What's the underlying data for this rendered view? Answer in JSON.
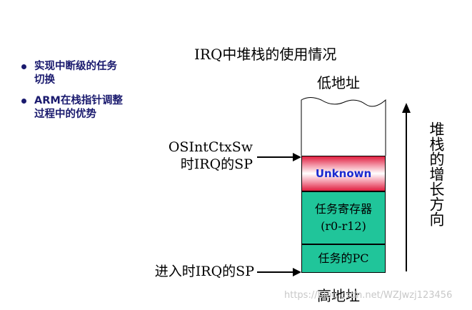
{
  "bullets": [
    "实现中断级的任务切换",
    "ARM在栈指针调整过程中的优势"
  ],
  "diagram": {
    "title": "IRQ中堆栈的使用情况",
    "low_address": "低地址",
    "high_address": "高地址",
    "label_sp_switch": "OSIntCtxSw\n时IRQ的SP",
    "label_sp_enter": "进入时IRQ的SP",
    "stack": {
      "unknown": "Unknown",
      "task_registers": "任务寄存器",
      "task_registers_range": "(r0-r12)",
      "task_pc": "任务的PC"
    },
    "growth_direction": "堆栈的增长方向"
  },
  "watermark": "https://blog.csdn.net/WZJwzj123456",
  "colors": {
    "bullet_text": "#1a1a6e",
    "unknown_text": "#1a2ad0",
    "unknown_fill": "#e02040",
    "stack_fill": "#20c59a"
  }
}
